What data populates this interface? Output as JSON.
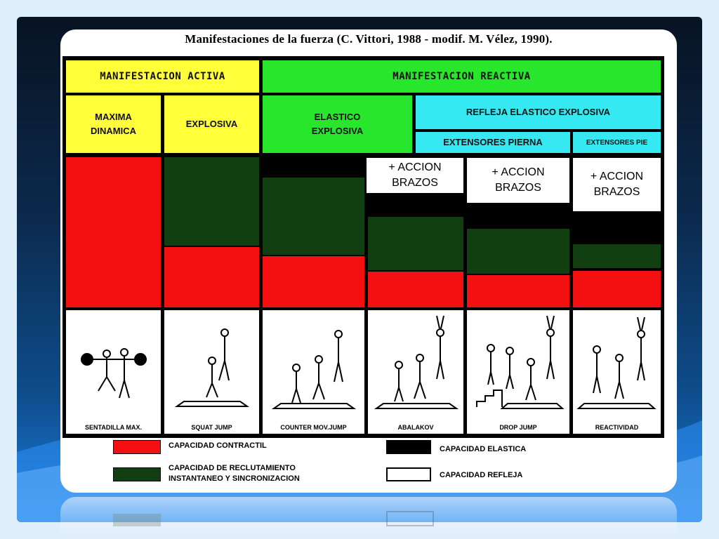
{
  "title": "Manifestaciones de la fuerza (C. Vittori, 1988 - modif. M. Vélez, 1990).",
  "headers": {
    "activa": "MANIFESTACION ACTIVA",
    "reactiva": "MANIFESTACION REACTIVA",
    "maxima_1": "MAXIMA",
    "maxima_2": "DINAMICA",
    "explosiva": "EXPLOSIVA",
    "elastico_1": "ELASTICO",
    "elastico_2": "EXPLOSIVA",
    "refleja": "REFLEJA ELASTICO EXPLOSIVA",
    "ext_pierna": "EXTENSORES PIERNA",
    "ext_pie": "EXTENSORES PIE"
  },
  "accion": {
    "line1": "+ ACCION",
    "line2": "BRAZOS"
  },
  "exercises": [
    "SENTADILLA MAX.",
    "SQUAT JUMP",
    "COUNTER MOV.JUMP",
    "ABALAKOV",
    "DROP JUMP",
    "REACTIVIDAD"
  ],
  "legend": {
    "contractil": "CAPACIDAD CONTRACTIL",
    "reclutamiento_1": "CAPACIDAD DE RECLUTAMIENTO",
    "reclutamiento_2": "INSTANTANEO Y SINCRONIZACION",
    "elastica": "CAPACIDAD ELASTICA",
    "refleja": "CAPACIDAD REFLEJA"
  },
  "colors": {
    "contractil": "#f41010",
    "reclutamiento": "#113f12",
    "elastica": "#000000",
    "refleja": "#ffffff",
    "activa_header": "#ffff3a",
    "reactiva_header": "#28e62b",
    "refleja_header": "#35e8f2"
  }
}
